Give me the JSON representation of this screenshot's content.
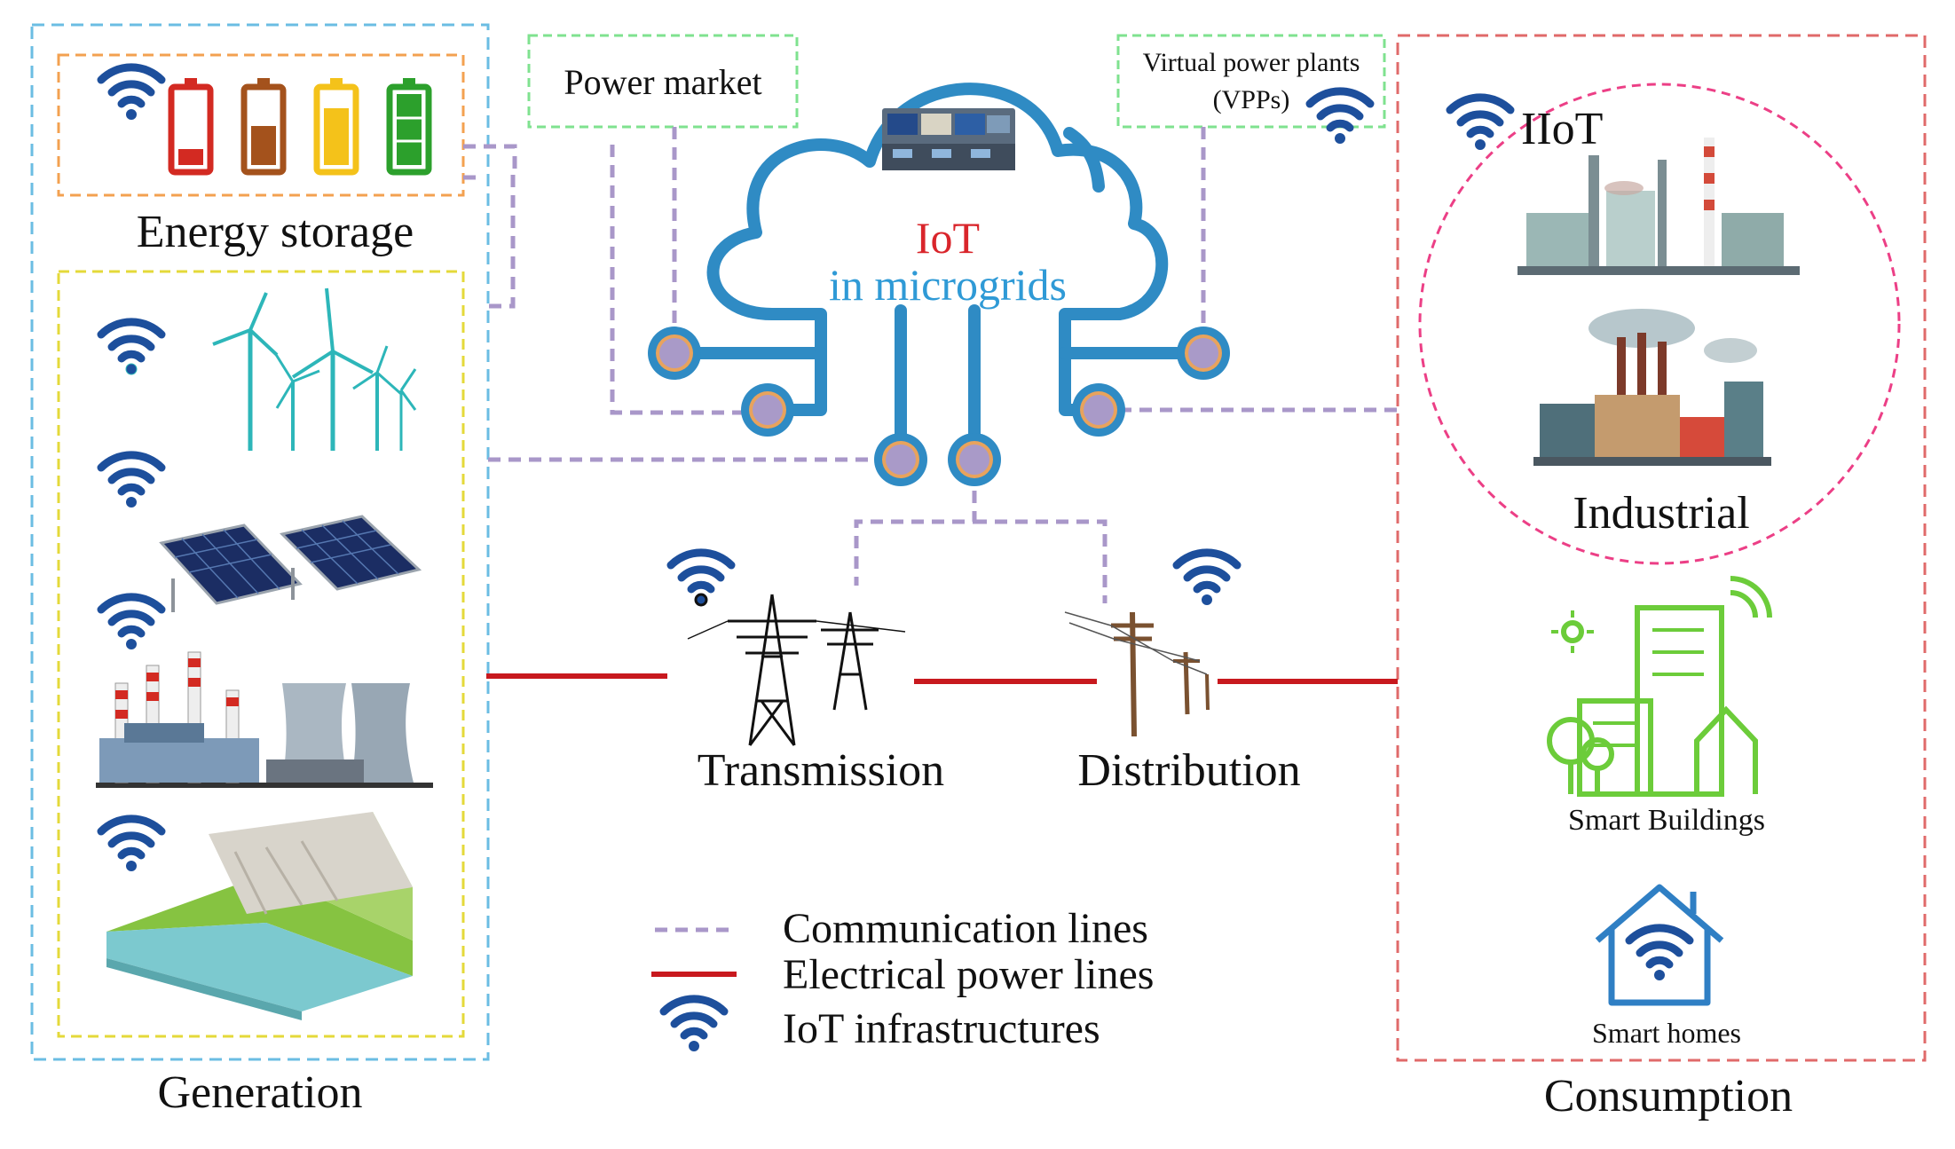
{
  "central": {
    "line1": "IoT",
    "line2": "in microgrids",
    "line1_color": "#d9252b",
    "line2_color": "#2f9ad6"
  },
  "top_boxes": {
    "power_market": "Power market",
    "vpp_line1": "Virtual power plants",
    "vpp_line2": "(VPPs)"
  },
  "generation": {
    "title": "Generation",
    "energy_storage_label": "Energy storage"
  },
  "consumption": {
    "title": "Consumption",
    "iiot_label": "IIoT",
    "industrial_label": "Industrial",
    "smart_buildings_label": "Smart Buildings",
    "smart_homes_label": "Smart homes"
  },
  "grid": {
    "transmission_label": "Transmission",
    "distribution_label": "Distribution"
  },
  "legend": [
    {
      "label": "Communication lines",
      "symbol": "dashed-line",
      "color": "#a997c9"
    },
    {
      "label": "Electrical power lines",
      "symbol": "solid-line",
      "color": "#c8191e"
    },
    {
      "label": "IoT infrastructures",
      "symbol": "wifi-icon",
      "color": "#1d4f9c"
    }
  ],
  "colors": {
    "generation_border": "#6bbde3",
    "energy_storage_border": "#f3a150",
    "generation_inner_border": "#e4d93a",
    "consumption_border": "#e06a6a",
    "top_box_border": "#7fe28f",
    "industrial_circle": "#ec3f86",
    "cloud": "#2f8bc4",
    "wifi": "#1d4f9c",
    "green_buildings": "#6ccc3a"
  }
}
